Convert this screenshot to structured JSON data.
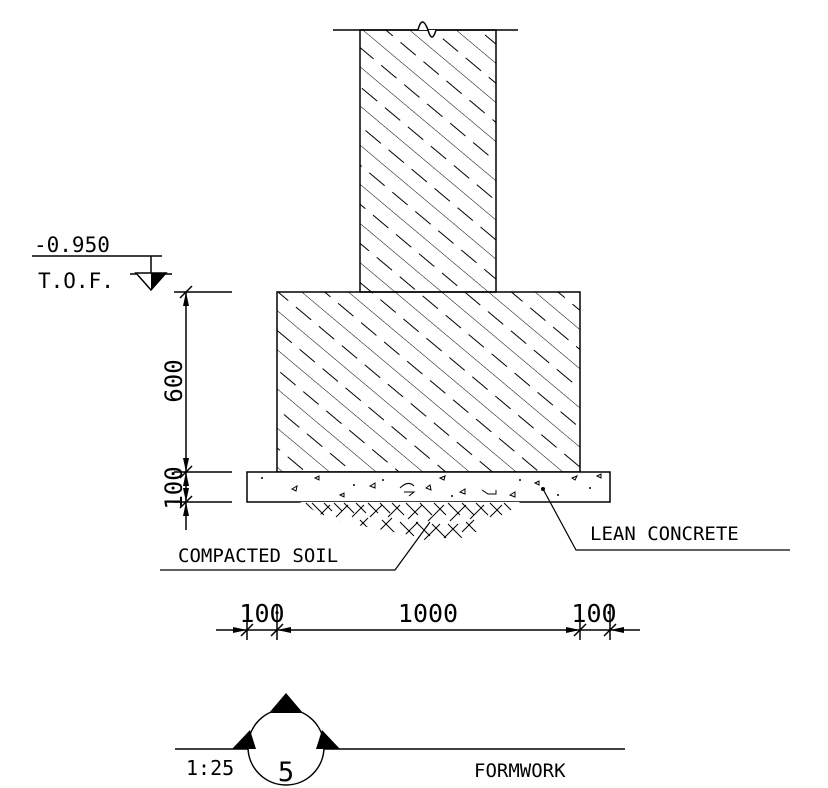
{
  "drawing": {
    "level": {
      "value": "-0.950",
      "label": "T.O.F."
    },
    "dimensions": {
      "footing_height": "600",
      "lean_concrete_thickness": "100",
      "left_offset": "100",
      "footing_width": "1000",
      "right_offset": "100"
    },
    "labels": {
      "compacted_soil": "COMPACTED SOIL",
      "lean_concrete": "LEAN CONCRETE"
    },
    "title_block": {
      "scale": "1:25",
      "detail_number": "5",
      "title": "FORMWORK"
    }
  }
}
